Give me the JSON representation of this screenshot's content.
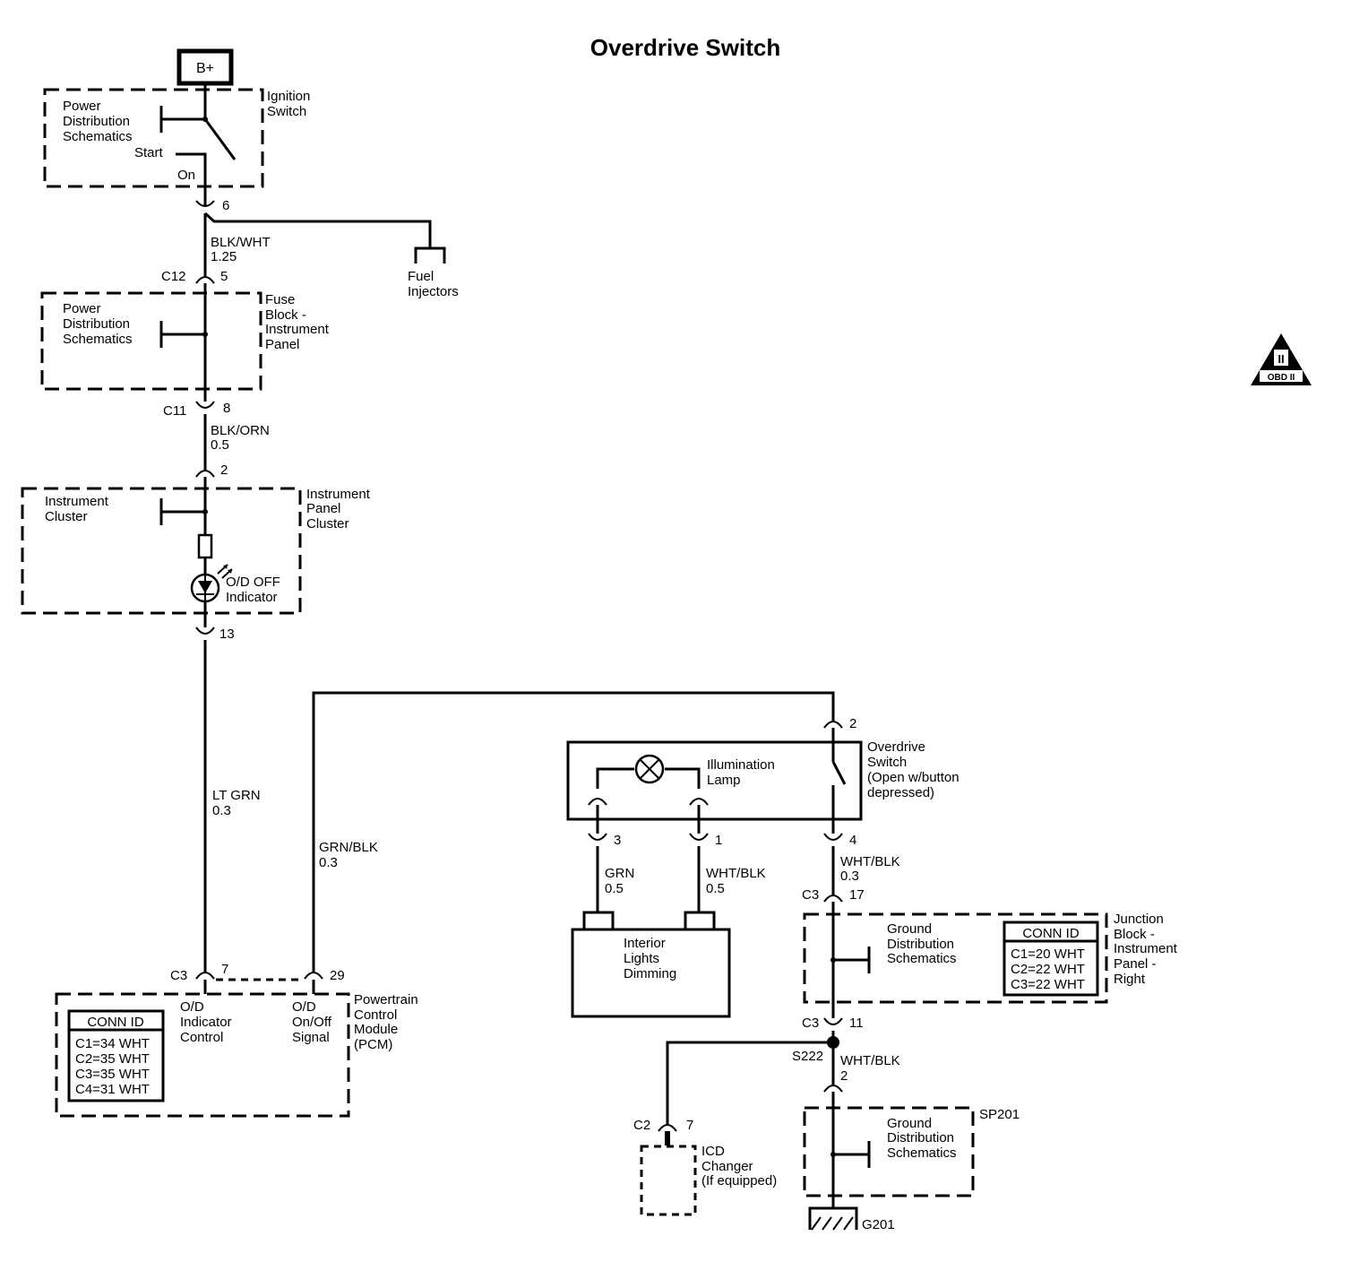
{
  "title": "Overdrive Switch",
  "battery": "B+",
  "obd_logo": {
    "top": "II",
    "bottom": "OBD II"
  },
  "ignition": {
    "ref_lines": [
      "Power",
      "Distribution",
      "Schematics"
    ],
    "name_lines": [
      "Ignition",
      "Switch"
    ],
    "start": "Start",
    "on": "On"
  },
  "fuel_injectors": [
    "Fuel",
    "Injectors"
  ],
  "fuse_block": {
    "ref_lines": [
      "Power",
      "Distribution",
      "Schematics"
    ],
    "name_lines": [
      "Fuse",
      "Block -",
      "Instrument",
      "Panel"
    ]
  },
  "cluster": {
    "ref_lines": [
      "Instrument",
      "Cluster"
    ],
    "name_lines": [
      "Instrument",
      "Panel",
      "Cluster"
    ],
    "indicator_lines": [
      "O/D OFF",
      "Indicator"
    ]
  },
  "pcm": {
    "name_lines": [
      "Powertrain",
      "Control",
      "Module",
      "(PCM)"
    ],
    "pin_label_left": [
      "O/D",
      "Indicator",
      "Control"
    ],
    "pin_label_right": [
      "O/D",
      "On/Off",
      "Signal"
    ],
    "conn_title": "CONN ID",
    "conn_rows": [
      "C1=34 WHT",
      "C2=35 WHT",
      "C3=35 WHT",
      "C4=31 WHT"
    ]
  },
  "od_switch": {
    "name_lines": [
      "Overdrive",
      "Switch",
      "(Open w/button",
      "depressed)"
    ],
    "lamp_lines": [
      "Illumination",
      "Lamp"
    ]
  },
  "interior_lights": [
    "Interior",
    "Lights",
    "Dimming"
  ],
  "junction_block": {
    "ref_lines": [
      "Ground",
      "Distribution",
      "Schematics"
    ],
    "name_lines": [
      "Junction",
      "Block -",
      "Instrument",
      "Panel -",
      "Right"
    ],
    "conn_title": "CONN ID",
    "conn_rows": [
      "C1=20 WHT",
      "C2=22 WHT",
      "C3=22 WHT"
    ]
  },
  "ground_block": {
    "ref_lines": [
      "Ground",
      "Distribution",
      "Schematics"
    ],
    "splice_pack": "SP201",
    "ground": "G201"
  },
  "icd_changer": [
    "ICD",
    "Changer",
    "(If equipped)"
  ],
  "splice": "S222",
  "wires": {
    "blk_wht": [
      "BLK/WHT",
      "1.25"
    ],
    "blk_orn": [
      "BLK/ORN",
      "0.5"
    ],
    "lt_grn": [
      "LT GRN",
      "0.3"
    ],
    "grn_blk": [
      "GRN/BLK",
      "0.3"
    ],
    "grn": [
      "GRN",
      "0.5"
    ],
    "wht_blk_1": [
      "WHT/BLK",
      "0.5"
    ],
    "wht_blk_2": [
      "WHT/BLK",
      "0.3"
    ],
    "wht_blk_3": [
      "WHT/BLK",
      "2"
    ]
  },
  "connectors": {
    "c12": "C12",
    "c11": "C11",
    "c3_pcm": "C3",
    "c3_jb_top": "C3",
    "c3_jb_bot": "C3",
    "c2_icd": "C2"
  },
  "pins": {
    "ign_out": "6",
    "c12": "5",
    "c11": "8",
    "ipc_in": "2",
    "ipc_out": "13",
    "pcm_7": "7",
    "pcm_29": "29",
    "sw_2": "2",
    "sw_3": "3",
    "sw_1": "1",
    "sw_4": "4",
    "jb_17": "17",
    "jb_11": "11",
    "icd_7": "7"
  }
}
